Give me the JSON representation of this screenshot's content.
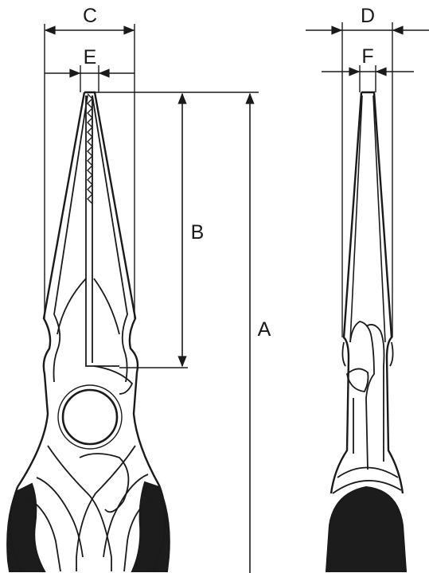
{
  "diagram": {
    "front_view": {
      "labels": {
        "overall_width": "C",
        "tip_width": "E",
        "jaw_length": "B",
        "overall_length": "A"
      }
    },
    "side_view": {
      "labels": {
        "thickness": "D",
        "tip_thickness": "F"
      }
    },
    "colors": {
      "ink": "#1a1a1a",
      "paper": "#ffffff",
      "grip": "#1c1c1c"
    }
  }
}
